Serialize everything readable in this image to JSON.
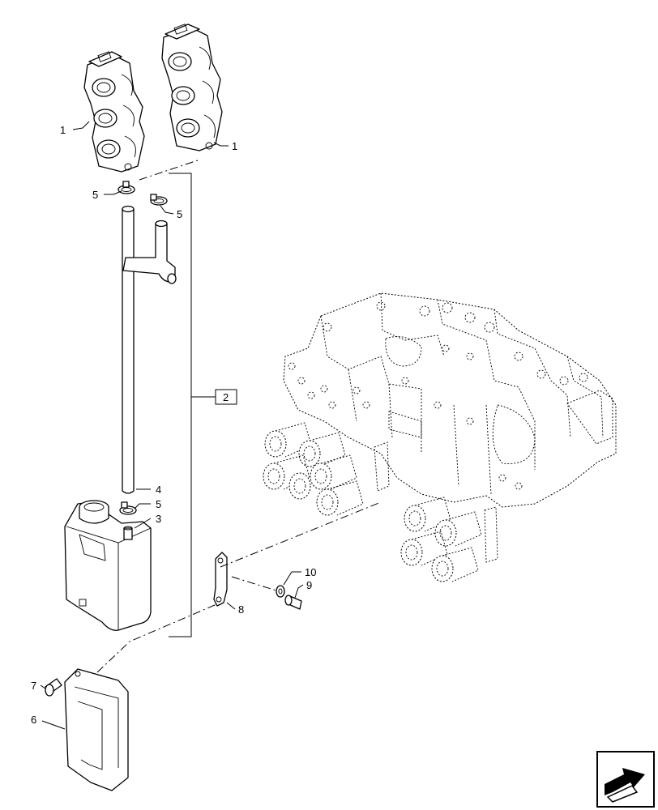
{
  "callouts": {
    "c1_left": "1",
    "c1_right": "1",
    "c5_left": "5",
    "c5_right": "5",
    "c2_box": "2",
    "c4": "4",
    "c5_lower": "5",
    "c3": "3",
    "c10": "10",
    "c9": "9",
    "c8": "8",
    "c7": "7",
    "c6": "6"
  },
  "icons": {
    "corner": "next-page-arrow-icon"
  }
}
